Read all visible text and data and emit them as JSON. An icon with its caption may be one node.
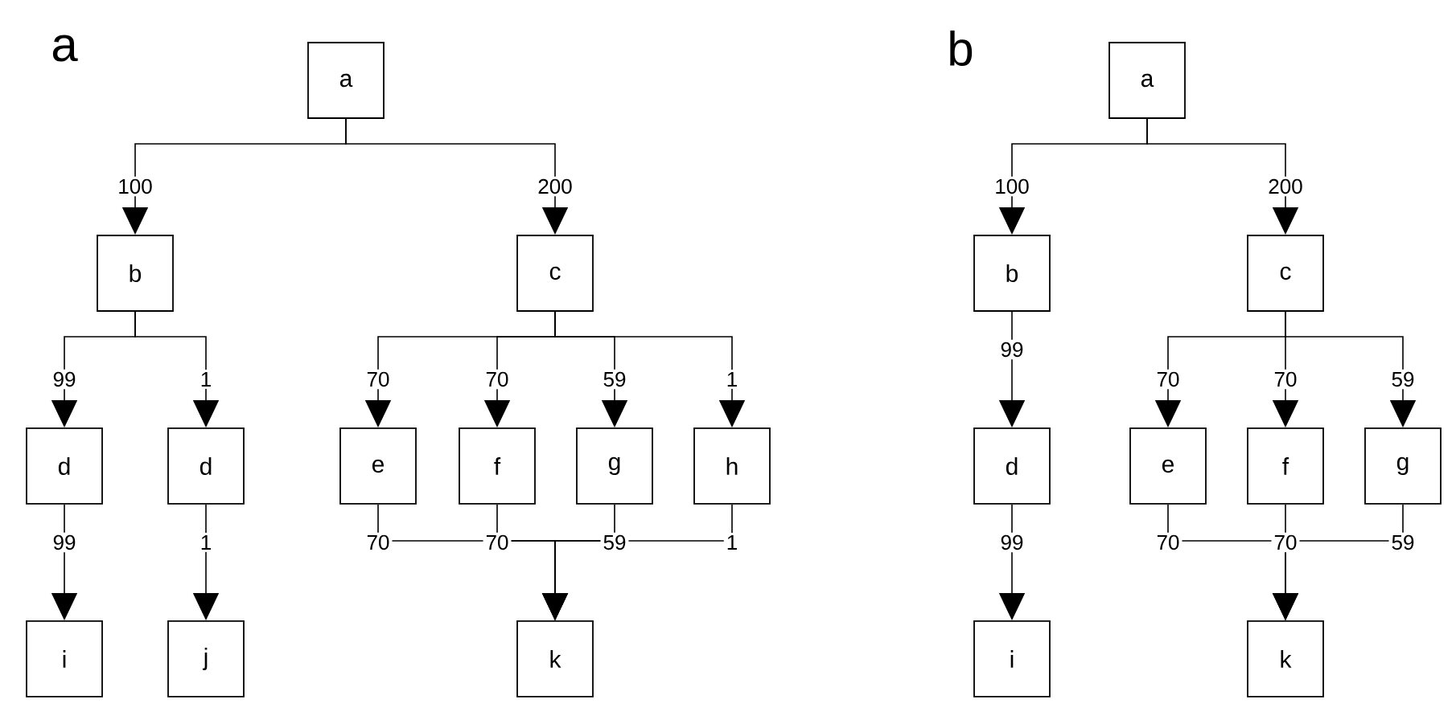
{
  "diagram": {
    "nodes": [
      {
        "text": [
          "a"
        ]
      },
      {
        "text": [
          "b"
        ]
      },
      {
        "text": [
          "c"
        ]
      },
      {
        "text": [
          "d"
        ]
      },
      {
        "text": [
          "d"
        ]
      },
      {
        "text": [
          "e"
        ]
      },
      {
        "text": [
          "f"
        ]
      },
      {
        "text": [
          "g"
        ]
      },
      {
        "text": [
          "h"
        ]
      },
      {
        "text": [
          "i"
        ]
      },
      {
        "text": [
          "j"
        ]
      },
      {
        "text": [
          "k"
        ]
      },
      {
        "text": [
          "a"
        ]
      },
      {
        "text": [
          "b"
        ]
      },
      {
        "text": [
          "c"
        ]
      },
      {
        "text": [
          "d"
        ]
      },
      {
        "text": [
          "e"
        ]
      },
      {
        "text": [
          "f"
        ]
      },
      {
        "text": [
          "g"
        ]
      },
      {
        "text": [
          "i"
        ]
      },
      {
        "text": [
          "k"
        ]
      }
    ],
    "edges": [
      {
        "from": 0,
        "to": 1,
        "arrow": "to",
        "label": "100"
      },
      {
        "from": 0,
        "to": 2,
        "arrow": "to",
        "label": "200"
      },
      {
        "from": 1,
        "to": 3,
        "arrow": "to",
        "label": "99"
      },
      {
        "from": 1,
        "to": 4,
        "arrow": "to",
        "label": "1"
      },
      {
        "from": 2,
        "to": 5,
        "arrow": "to",
        "label": "70"
      },
      {
        "from": 2,
        "to": 6,
        "arrow": "to",
        "label": "70"
      },
      {
        "from": 2,
        "to": 7,
        "arrow": "to",
        "label": "59"
      },
      {
        "from": 2,
        "to": 8,
        "arrow": "to",
        "label": "1"
      },
      {
        "from": 3,
        "to": 9,
        "arrow": "to",
        "label": "99"
      },
      {
        "from": 4,
        "to": 10,
        "arrow": "to",
        "label": "1"
      },
      {
        "from": 5,
        "to": 11,
        "arrow": "to",
        "label": "70"
      },
      {
        "from": 6,
        "to": 11,
        "arrow": "to",
        "label": "70"
      },
      {
        "from": 7,
        "to": 11,
        "arrow": "to",
        "label": "59"
      },
      {
        "from": 8,
        "to": 11,
        "arrow": "to",
        "label": "1"
      },
      {
        "from": 12,
        "to": 13,
        "arrow": "to",
        "label": "100"
      },
      {
        "from": 12,
        "to": 14,
        "arrow": "to",
        "label": "200"
      },
      {
        "from": 13,
        "to": 15,
        "arrow": "to",
        "label": "99"
      },
      {
        "from": 14,
        "to": 16,
        "arrow": "to",
        "label": "70"
      },
      {
        "from": 14,
        "to": 17,
        "arrow": "to",
        "label": "70"
      },
      {
        "from": 14,
        "to": 18,
        "arrow": "to",
        "label": "59"
      },
      {
        "from": 15,
        "to": 19,
        "arrow": "to",
        "label": "99"
      },
      {
        "from": 16,
        "to": 20,
        "arrow": "to",
        "label": "70"
      },
      {
        "from": 17,
        "to": 20,
        "arrow": "to",
        "label": "70"
      },
      {
        "from": 18,
        "to": 20,
        "arrow": "to",
        "label": "59"
      }
    ],
    "labels": [
      "a",
      "b"
    ]
  }
}
